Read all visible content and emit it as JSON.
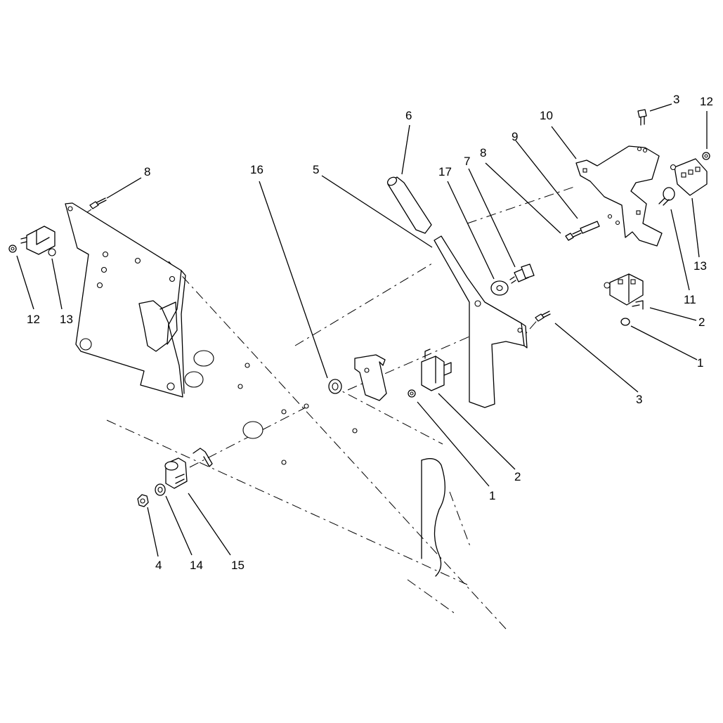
{
  "diagram": {
    "callouts": [
      {
        "id": "c12a",
        "label": "12"
      },
      {
        "id": "c13a",
        "label": "13"
      },
      {
        "id": "c8a",
        "label": "8"
      },
      {
        "id": "c16",
        "label": "16"
      },
      {
        "id": "c5",
        "label": "5"
      },
      {
        "id": "c6",
        "label": "6"
      },
      {
        "id": "c17",
        "label": "17"
      },
      {
        "id": "c7",
        "label": "7"
      },
      {
        "id": "c8b",
        "label": "8"
      },
      {
        "id": "c9",
        "label": "9"
      },
      {
        "id": "c10",
        "label": "10"
      },
      {
        "id": "c3a",
        "label": "3"
      },
      {
        "id": "c12b",
        "label": "12"
      },
      {
        "id": "c13b",
        "label": "13"
      },
      {
        "id": "c11",
        "label": "11"
      },
      {
        "id": "c2a",
        "label": "2"
      },
      {
        "id": "c1a",
        "label": "1"
      },
      {
        "id": "c3b",
        "label": "3"
      },
      {
        "id": "c2b",
        "label": "2"
      },
      {
        "id": "c1b",
        "label": "1"
      },
      {
        "id": "c4",
        "label": "4"
      },
      {
        "id": "c14",
        "label": "14"
      },
      {
        "id": "c15",
        "label": "15"
      }
    ]
  }
}
